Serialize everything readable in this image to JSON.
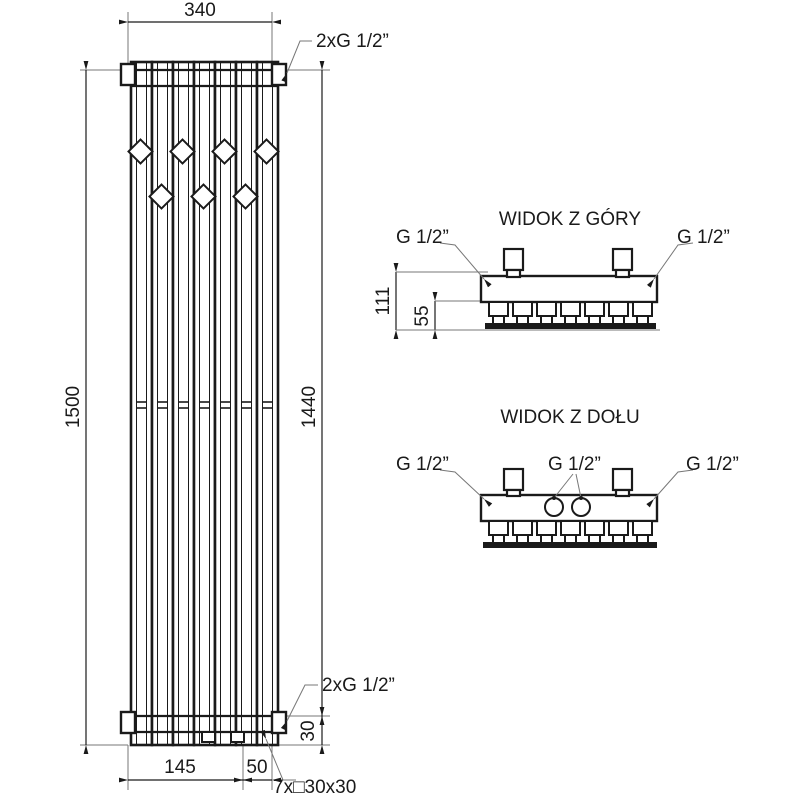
{
  "drawing": {
    "type": "technical-drawing",
    "subject": "vertical-tube-radiator",
    "units": "mm"
  },
  "front_view": {
    "dimensions": {
      "width_total": "340",
      "height_total": "1500",
      "height_inner": "1440",
      "offset_left": "145",
      "pitch": "50",
      "bottom_offset": "30"
    },
    "annotations": {
      "top_connection": "2xG 1/2”",
      "bottom_connection": "2xG 1/2”",
      "tube_profile": "7x□30x30"
    },
    "tube_count": 7,
    "diamond_row_upper_count": 4,
    "diamond_row_lower_count": 3
  },
  "top_view": {
    "title": "WIDOK Z GÓRY",
    "dimensions": {
      "height_total": "111",
      "height_lower": "55"
    },
    "annotations": {
      "left_port": "G 1/2”",
      "right_port": "G 1/2”"
    },
    "nipple_count": 7,
    "valve_count": 2
  },
  "bottom_view": {
    "title": "WIDOK Z DOŁU",
    "annotations": {
      "left_port": "G 1/2”",
      "center_ports": "G 1/2”",
      "right_port": "G 1/2”"
    },
    "nipple_count": 7,
    "valve_count": 2,
    "center_hole_count": 2
  },
  "colors": {
    "line": "#1a1a1a",
    "thin_line": "#666666",
    "background": "#ffffff"
  }
}
